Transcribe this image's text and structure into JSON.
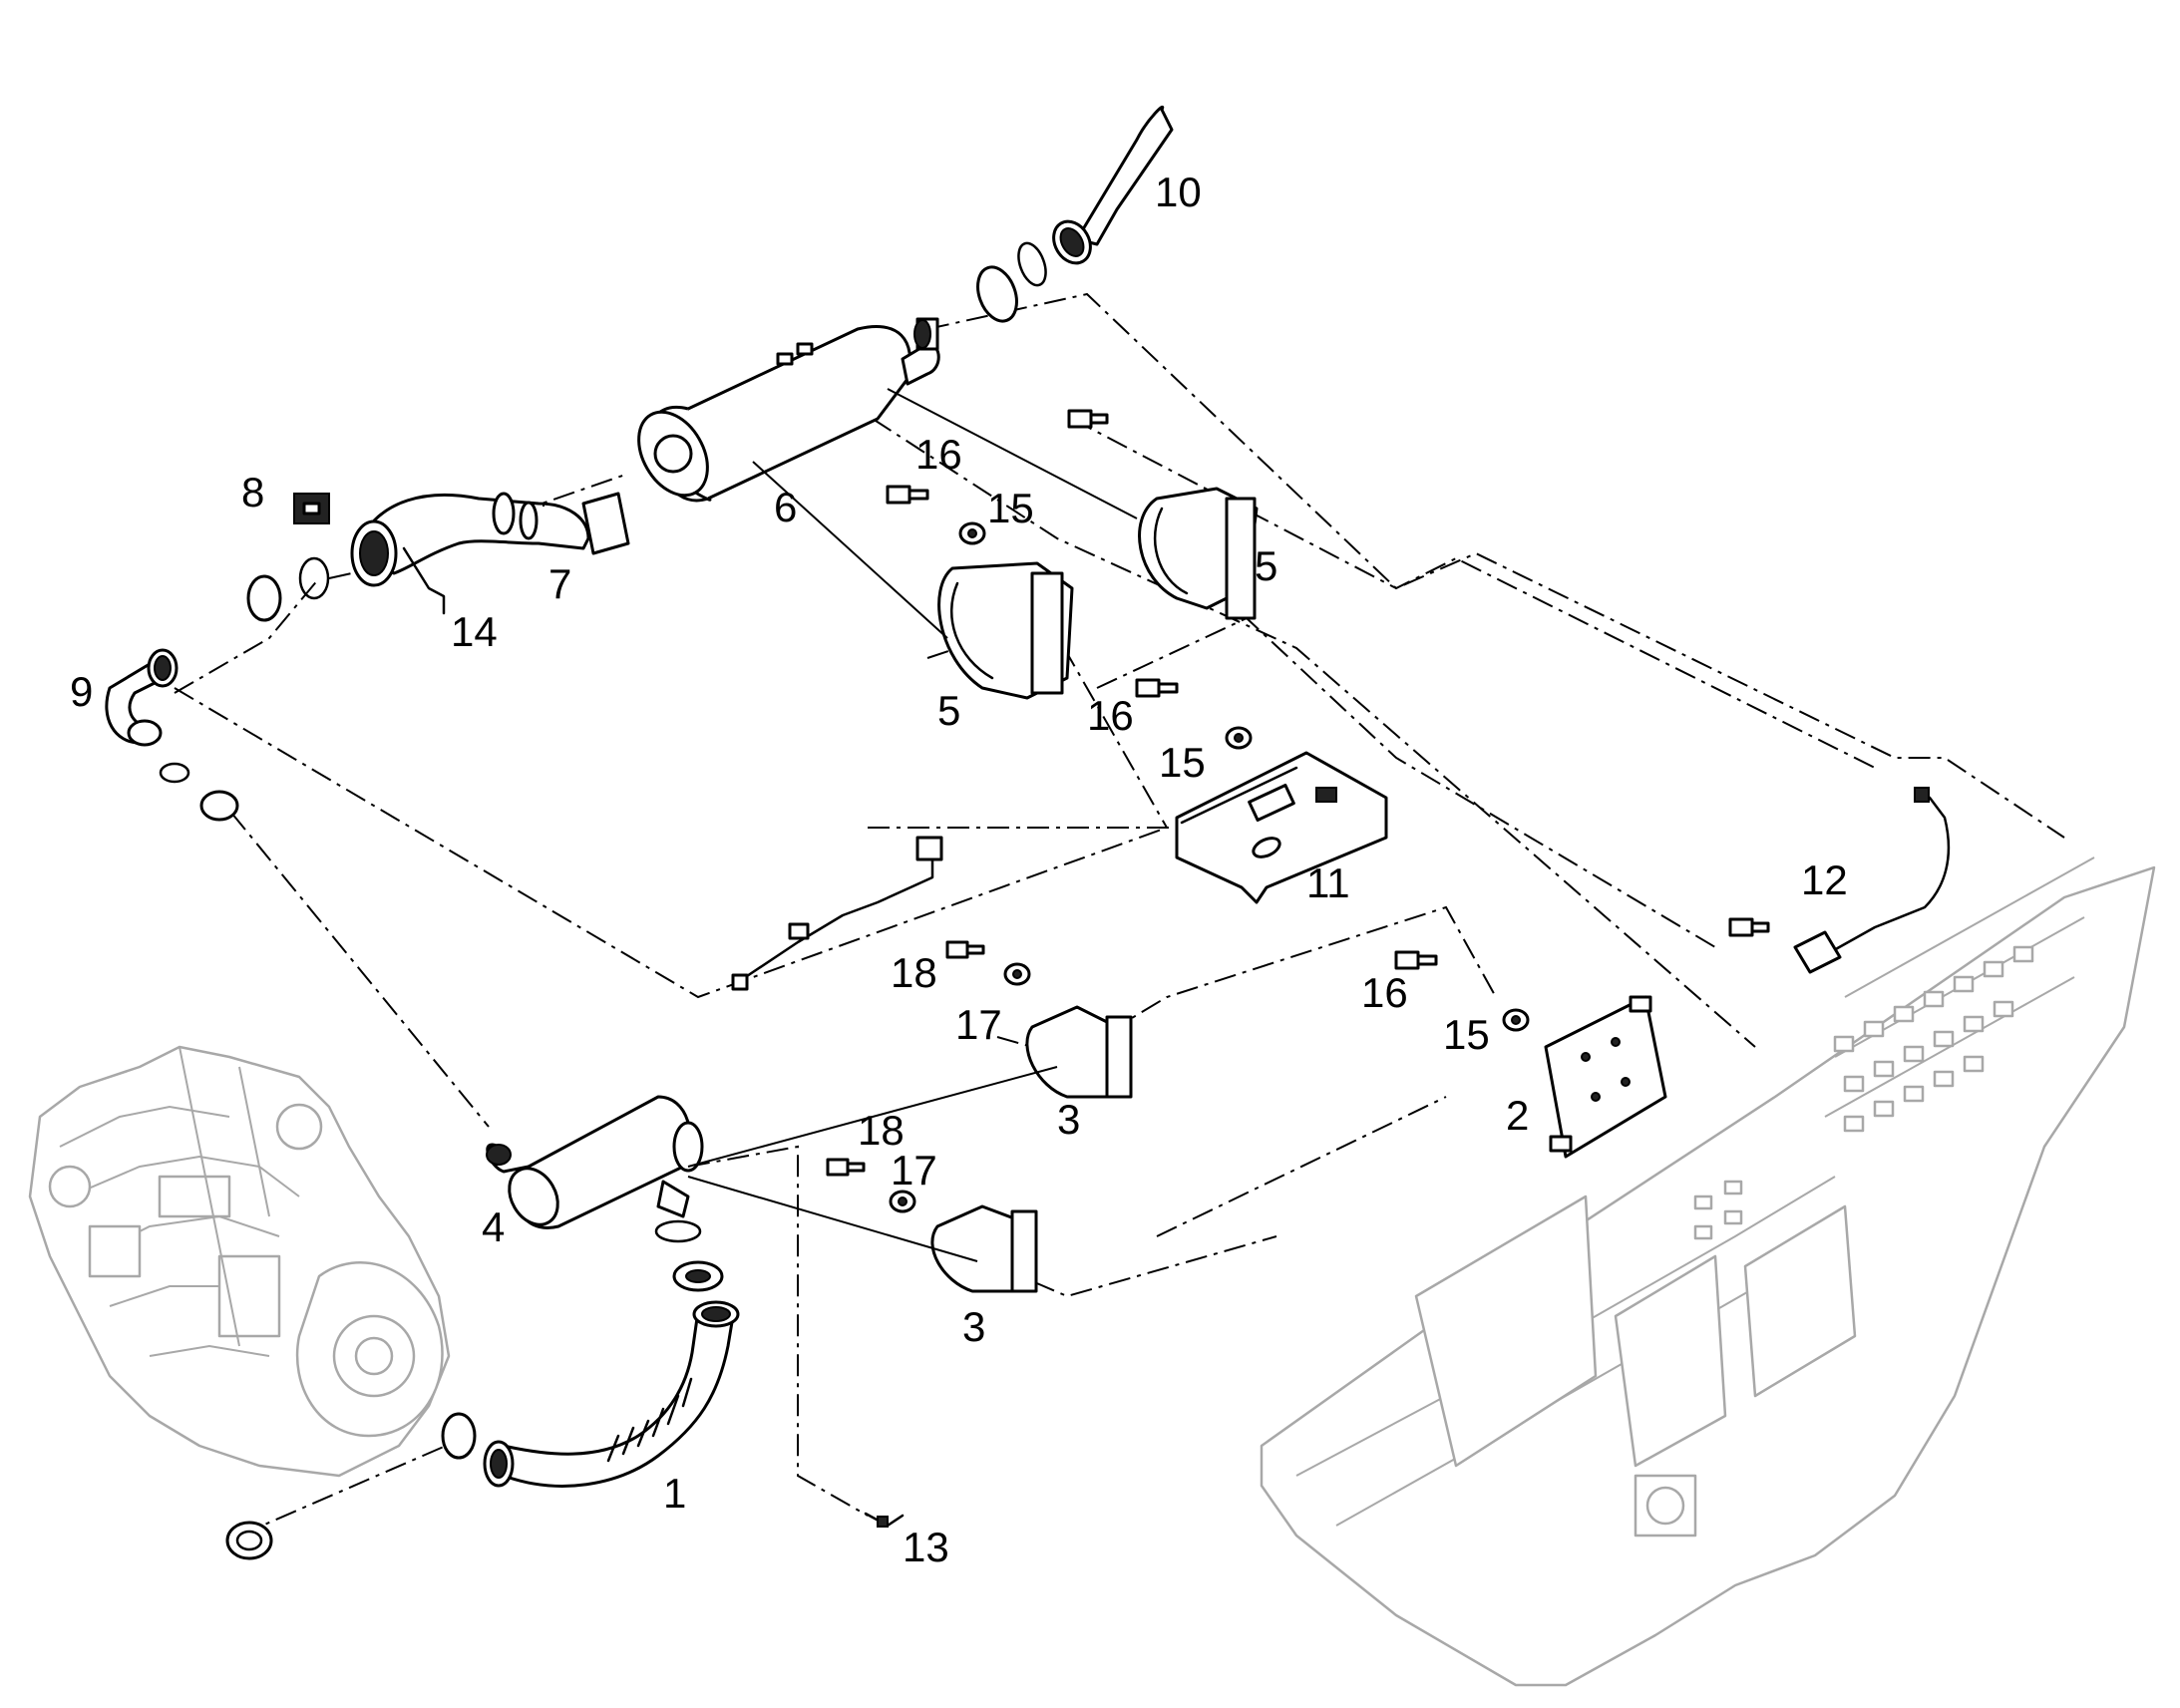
{
  "callouts": [
    {
      "id": "c1",
      "text": "1"
    },
    {
      "id": "c2",
      "text": "2"
    },
    {
      "id": "c3a",
      "text": "3"
    },
    {
      "id": "c3b",
      "text": "3"
    },
    {
      "id": "c4",
      "text": "4"
    },
    {
      "id": "c5a",
      "text": "5"
    },
    {
      "id": "c5b",
      "text": "5"
    },
    {
      "id": "c6",
      "text": "6"
    },
    {
      "id": "c7",
      "text": "7"
    },
    {
      "id": "c8",
      "text": "8"
    },
    {
      "id": "c9",
      "text": "9"
    },
    {
      "id": "c10",
      "text": "10"
    },
    {
      "id": "c11",
      "text": "11"
    },
    {
      "id": "c12",
      "text": "12"
    },
    {
      "id": "c13",
      "text": "13"
    },
    {
      "id": "c14",
      "text": "14"
    },
    {
      "id": "c15a",
      "text": "15"
    },
    {
      "id": "c15b",
      "text": "15"
    },
    {
      "id": "c15c",
      "text": "15"
    },
    {
      "id": "c16a",
      "text": "16"
    },
    {
      "id": "c16b",
      "text": "16"
    },
    {
      "id": "c16c",
      "text": "16"
    },
    {
      "id": "c17a",
      "text": "17"
    },
    {
      "id": "c17b",
      "text": "17"
    },
    {
      "id": "c18a",
      "text": "18"
    },
    {
      "id": "c18b",
      "text": "18"
    }
  ],
  "colors": {
    "line": "#000000",
    "ghost": "#a8a8a8",
    "background": "#ffffff"
  }
}
